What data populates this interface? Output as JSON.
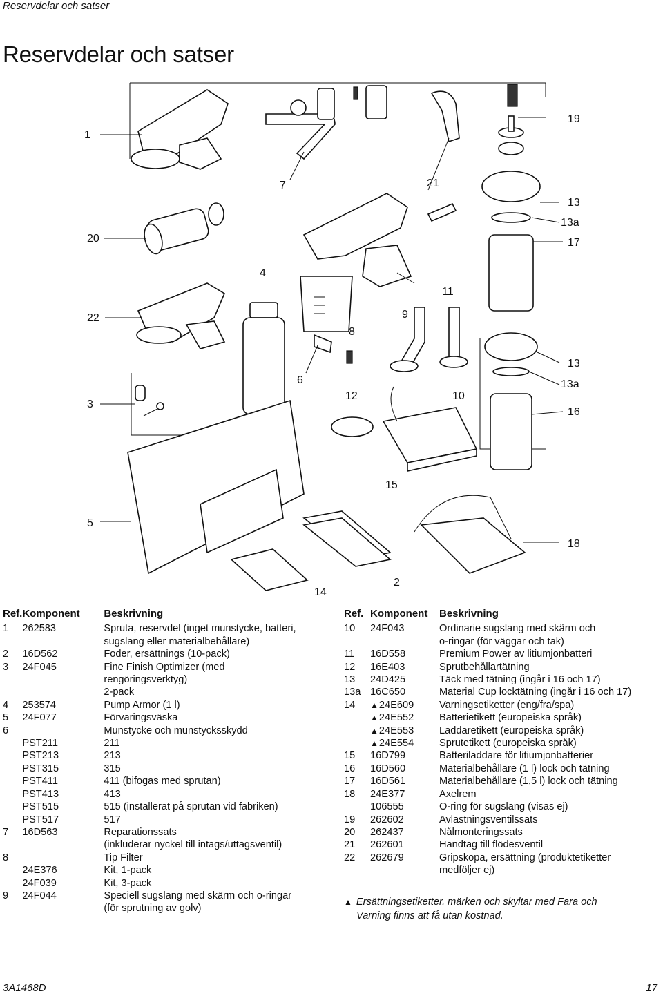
{
  "running_header": "Reservdelar och satser",
  "title": "Reservdelar och satser",
  "callouts": [
    "1",
    "20",
    "22",
    "3",
    "5",
    "7",
    "21",
    "4",
    "6",
    "8",
    "12",
    "9",
    "11",
    "10",
    "19",
    "13",
    "13a",
    "17",
    "13",
    "13a",
    "16",
    "15",
    "18",
    "14",
    "2"
  ],
  "headers": {
    "ref": "Ref.",
    "component": "Komponent",
    "description": "Beskrivning"
  },
  "left_rows": [
    {
      "ref": "1",
      "comp": "262583",
      "desc": "Spruta, reservdel (inget munstycke, batteri,"
    },
    {
      "ref": "",
      "comp": "",
      "desc": "sugslang eller materialbehållare)"
    },
    {
      "ref": "2",
      "comp": "16D562",
      "desc": "Foder, ersättnings (10-pack)"
    },
    {
      "ref": "3",
      "comp": "24F045",
      "desc": "Fine Finish Optimizer (med"
    },
    {
      "ref": "",
      "comp": "",
      "desc": "rengöringsverktyg)"
    },
    {
      "ref": "",
      "comp": "",
      "desc": "2-pack"
    },
    {
      "ref": "4",
      "comp": "253574",
      "desc": "Pump Armor (1 l)"
    },
    {
      "ref": "5",
      "comp": "24F077",
      "desc": "Förvaringsväska"
    },
    {
      "ref": "6",
      "comp": "",
      "desc": "Munstycke och munstycksskydd"
    },
    {
      "ref": "",
      "comp": "PST211",
      "desc": "211"
    },
    {
      "ref": "",
      "comp": "PST213",
      "desc": "213"
    },
    {
      "ref": "",
      "comp": "PST315",
      "desc": "315"
    },
    {
      "ref": "",
      "comp": "PST411",
      "desc": "411 (bifogas med sprutan)"
    },
    {
      "ref": "",
      "comp": "PST413",
      "desc": "413"
    },
    {
      "ref": "",
      "comp": "PST515",
      "desc": "515 (installerat på sprutan vid fabriken)"
    },
    {
      "ref": "",
      "comp": "PST517",
      "desc": "517"
    },
    {
      "ref": "7",
      "comp": "16D563",
      "desc": "Reparationssats"
    },
    {
      "ref": "",
      "comp": "",
      "desc": "(inkluderar nyckel till intags/uttagsventil)"
    },
    {
      "ref": "8",
      "comp": "",
      "desc": "Tip Filter"
    },
    {
      "ref": "",
      "comp": "24E376",
      "desc": "Kit, 1-pack"
    },
    {
      "ref": "",
      "comp": "24F039",
      "desc": "Kit, 3-pack"
    },
    {
      "ref": "9",
      "comp": "24F044",
      "desc": "Speciell sugslang med skärm och o-ringar"
    },
    {
      "ref": "",
      "comp": "",
      "desc": "(för sprutning av golv)"
    }
  ],
  "right_rows": [
    {
      "ref": "10",
      "comp": "24F043",
      "desc": "Ordinarie sugslang med skärm och",
      "tri": false
    },
    {
      "ref": "",
      "comp": "",
      "desc": "o-ringar (för väggar och tak)",
      "tri": false
    },
    {
      "ref": "11",
      "comp": "16D558",
      "desc": "Premium Power av litiumjonbatteri",
      "tri": false
    },
    {
      "ref": "12",
      "comp": "16E403",
      "desc": "Sprutbehållartätning",
      "tri": false
    },
    {
      "ref": "13",
      "comp": "24D425",
      "desc": "Täck med tätning (ingår i 16 och 17)",
      "tri": false
    },
    {
      "ref": "13a",
      "comp": "16C650",
      "desc": "Material Cup locktätning (ingår i 16 och 17)",
      "tri": false
    },
    {
      "ref": "14",
      "comp": "24E609",
      "desc": "Varningsetiketter (eng/fra/spa)",
      "tri": true
    },
    {
      "ref": "",
      "comp": "24E552",
      "desc": "Batterietikett (europeiska språk)",
      "tri": true
    },
    {
      "ref": "",
      "comp": "24E553",
      "desc": "Laddaretikett (europeiska språk)",
      "tri": true
    },
    {
      "ref": "",
      "comp": "24E554",
      "desc": "Sprutetikett (europeiska språk)",
      "tri": true
    },
    {
      "ref": "15",
      "comp": "16D799",
      "desc": "Batteriladdare för litiumjonbatterier",
      "tri": false
    },
    {
      "ref": "16",
      "comp": "16D560",
      "desc": "Materialbehållare (1 l) lock och tätning",
      "tri": false
    },
    {
      "ref": "17",
      "comp": "16D561",
      "desc": "Materialbehållare (1,5 l) lock och tätning",
      "tri": false
    },
    {
      "ref": "18",
      "comp": "24E377",
      "desc": "Axelrem",
      "tri": false
    },
    {
      "ref": "",
      "comp": "106555",
      "desc": "O-ring för sugslang (visas ej)",
      "tri": false
    },
    {
      "ref": "19",
      "comp": "262602",
      "desc": "Avlastningsventilssats",
      "tri": false
    },
    {
      "ref": "20",
      "comp": "262437",
      "desc": "Nålmonteringssats",
      "tri": false
    },
    {
      "ref": "21",
      "comp": "262601",
      "desc": "Handtag till flödesventil",
      "tri": false
    },
    {
      "ref": "22",
      "comp": "262679",
      "desc": "Gripskopa, ersättning (produktetiketter",
      "tri": false
    },
    {
      "ref": "",
      "comp": "",
      "desc": "medföljer ej)",
      "tri": false
    }
  ],
  "footnote_line1": "Ersättningsetiketter, märken och skyltar med Fara och",
  "footnote_line2": "Varning finns att få utan kostnad.",
  "footer_left": "3A1468D",
  "footer_right": "17",
  "triangle_glyph": "▲"
}
